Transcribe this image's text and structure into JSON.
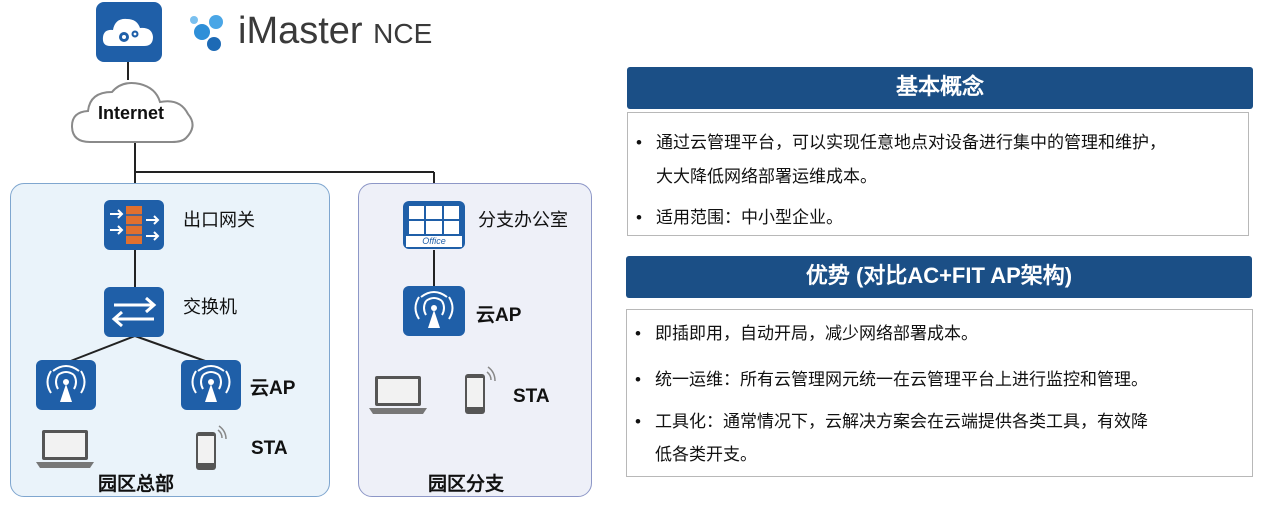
{
  "brand": {
    "product": "iMaster",
    "product_suffix": "NCE",
    "cloud_label": "Internet"
  },
  "sites": {
    "hq": {
      "title": "园区总部",
      "gateway_label": "出口网关",
      "switch_label": "交换机",
      "ap_label": "云AP",
      "sta_label": "STA"
    },
    "branch": {
      "title": "园区分支",
      "office_label": "分支办公室",
      "office_icon_text": "Office",
      "ap_label": "云AP",
      "sta_label": "STA"
    }
  },
  "panels": {
    "basic": {
      "title": "基本概念",
      "bullets": [
        "通过云管理平台，可以实现任意地点对设备进行集中的管理和维护，",
        "大大降低网络部署运维成本。",
        "适用范围：中小型企业。"
      ]
    },
    "advantage": {
      "title": "优势 (对比AC+FIT AP架构)",
      "bullets": [
        "即插即用，自动开局，减少网络部署成本。",
        "统一运维：所有云管理网元统一在云管理平台上进行监控和管理。",
        "工具化：通常情况下，云解决方案会在云端提供各类工具，有效降",
        "低各类开支。"
      ]
    }
  },
  "colors": {
    "icon_blue": "#1f5fa8",
    "panel_blue": "#1b4f86",
    "hq_bg": "#eaf3fa",
    "branch_bg": "#eef0f8"
  }
}
